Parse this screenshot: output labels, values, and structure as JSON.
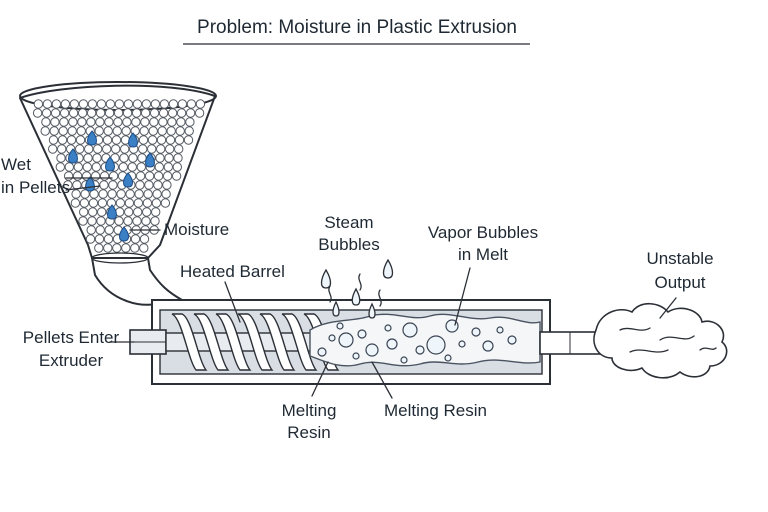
{
  "title": "Problem: Moisture in Plastic Extrusion",
  "labels": {
    "wet_pellets_line1": "Wet",
    "wet_pellets_line2": "in Pellets",
    "moisture": "Moisture",
    "heated_barrel": "Heated Barrel",
    "steam_bubbles_line1": "Steam",
    "steam_bubbles_line2": "Bubbles",
    "vapor_bubbles_line1": "Vapor Bubbles",
    "vapor_bubbles_line2": "in Melt",
    "unstable_output_line1": "Unstable",
    "unstable_output_line2": "Output",
    "pellets_enter_line1": "Pellets Enter",
    "pellets_enter_line2": "Extruder",
    "melting_resin_left_line1": "Melting",
    "melting_resin_left_line2": "Resin",
    "melting_resin_right": "Melting Resin"
  },
  "colors": {
    "ink": "#2b2f36",
    "water_drop": "#3b7fc4",
    "barrel_inner": "#d9dee4",
    "melt": "#f4f6f8"
  }
}
